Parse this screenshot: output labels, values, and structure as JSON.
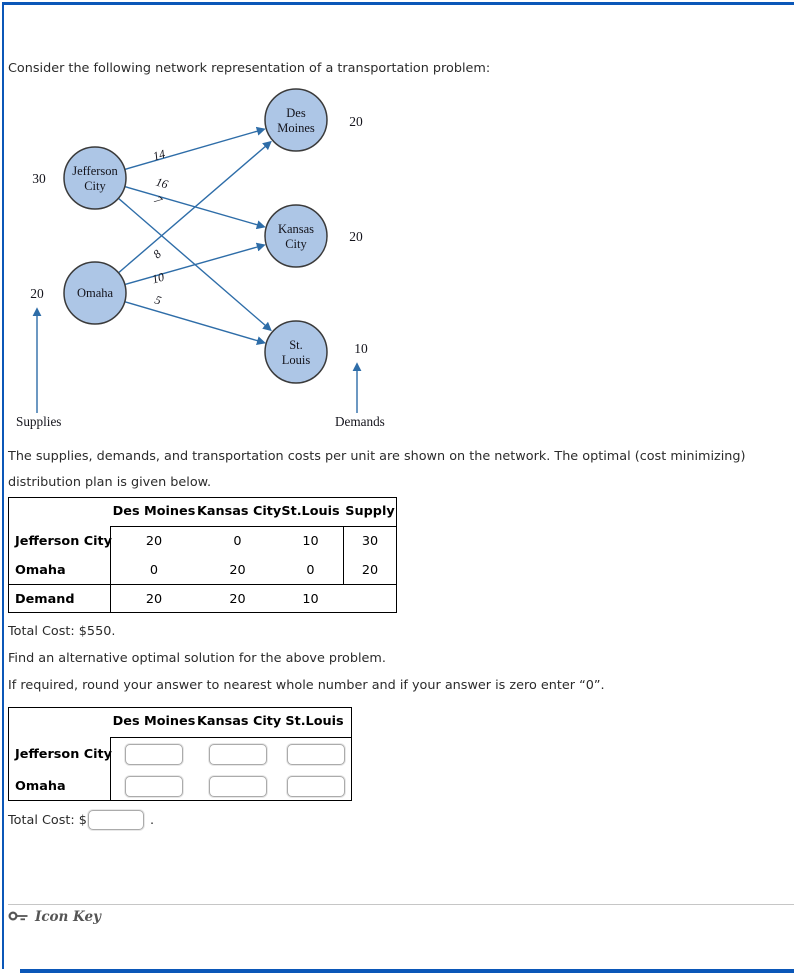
{
  "colors": {
    "frame_blue": "#0b57b8",
    "node_fill": "#adc6e6",
    "node_stroke": "#3a3a3a",
    "edge_blue": "#2e6da8"
  },
  "texts": {
    "intro": "Consider the following network representation of a transportation problem:",
    "description": "The supplies, demands, and transportation costs per unit are shown on the network. The optimal (cost minimizing) distribution plan is given below.",
    "total_cost_given": "Total Cost: $550.",
    "find_alt": "Find an alternative optimal solution for the above problem.",
    "rounding_note": "If required, round your answer to nearest whole number and if your answer is zero enter “0”.",
    "icon_key": "Icon Key",
    "answer_total_cost_prefix": "Total Cost: $",
    "answer_total_cost_suffix": "."
  },
  "diagram": {
    "supplies_label": "Supplies",
    "demands_label": "Demands",
    "nodes": [
      {
        "id": "jefferson-city",
        "label1": "Jefferson",
        "label2": "City",
        "value": "30",
        "role": "supply"
      },
      {
        "id": "omaha",
        "label1": "Omaha",
        "label2": "",
        "value": "20",
        "role": "supply"
      },
      {
        "id": "des-moines",
        "label1": "Des",
        "label2": "Moines",
        "value": "20",
        "role": "demand"
      },
      {
        "id": "kansas-city",
        "label1": "Kansas",
        "label2": "City",
        "value": "20",
        "role": "demand"
      },
      {
        "id": "st-louis",
        "label1": "St.",
        "label2": "Louis",
        "value": "10",
        "role": "demand"
      }
    ],
    "edges": [
      {
        "from": "Jefferson City",
        "to": "Des Moines",
        "cost": "14"
      },
      {
        "from": "Jefferson City",
        "to": "Kansas City",
        "cost": "16"
      },
      {
        "from": "Jefferson City",
        "to": "St. Louis",
        "cost": "7"
      },
      {
        "from": "Omaha",
        "to": "Des Moines",
        "cost": "8"
      },
      {
        "from": "Omaha",
        "to": "Kansas City",
        "cost": "10"
      },
      {
        "from": "Omaha",
        "to": "St. Louis",
        "cost": "5"
      }
    ]
  },
  "solution_table": {
    "headers": [
      "Des Moines",
      "Kansas City",
      "St.Louis",
      "Supply"
    ],
    "rows": [
      {
        "label": "Jefferson City",
        "values": [
          "20",
          "0",
          "10",
          "30"
        ]
      },
      {
        "label": "Omaha",
        "values": [
          "0",
          "20",
          "0",
          "20"
        ]
      },
      {
        "label": "Demand",
        "values": [
          "20",
          "20",
          "10",
          ""
        ]
      }
    ]
  },
  "answer_table": {
    "headers": [
      "Des Moines",
      "Kansas City",
      "St.Louis"
    ],
    "row_labels": [
      "Jefferson City",
      "Omaha"
    ],
    "input_value": ""
  }
}
